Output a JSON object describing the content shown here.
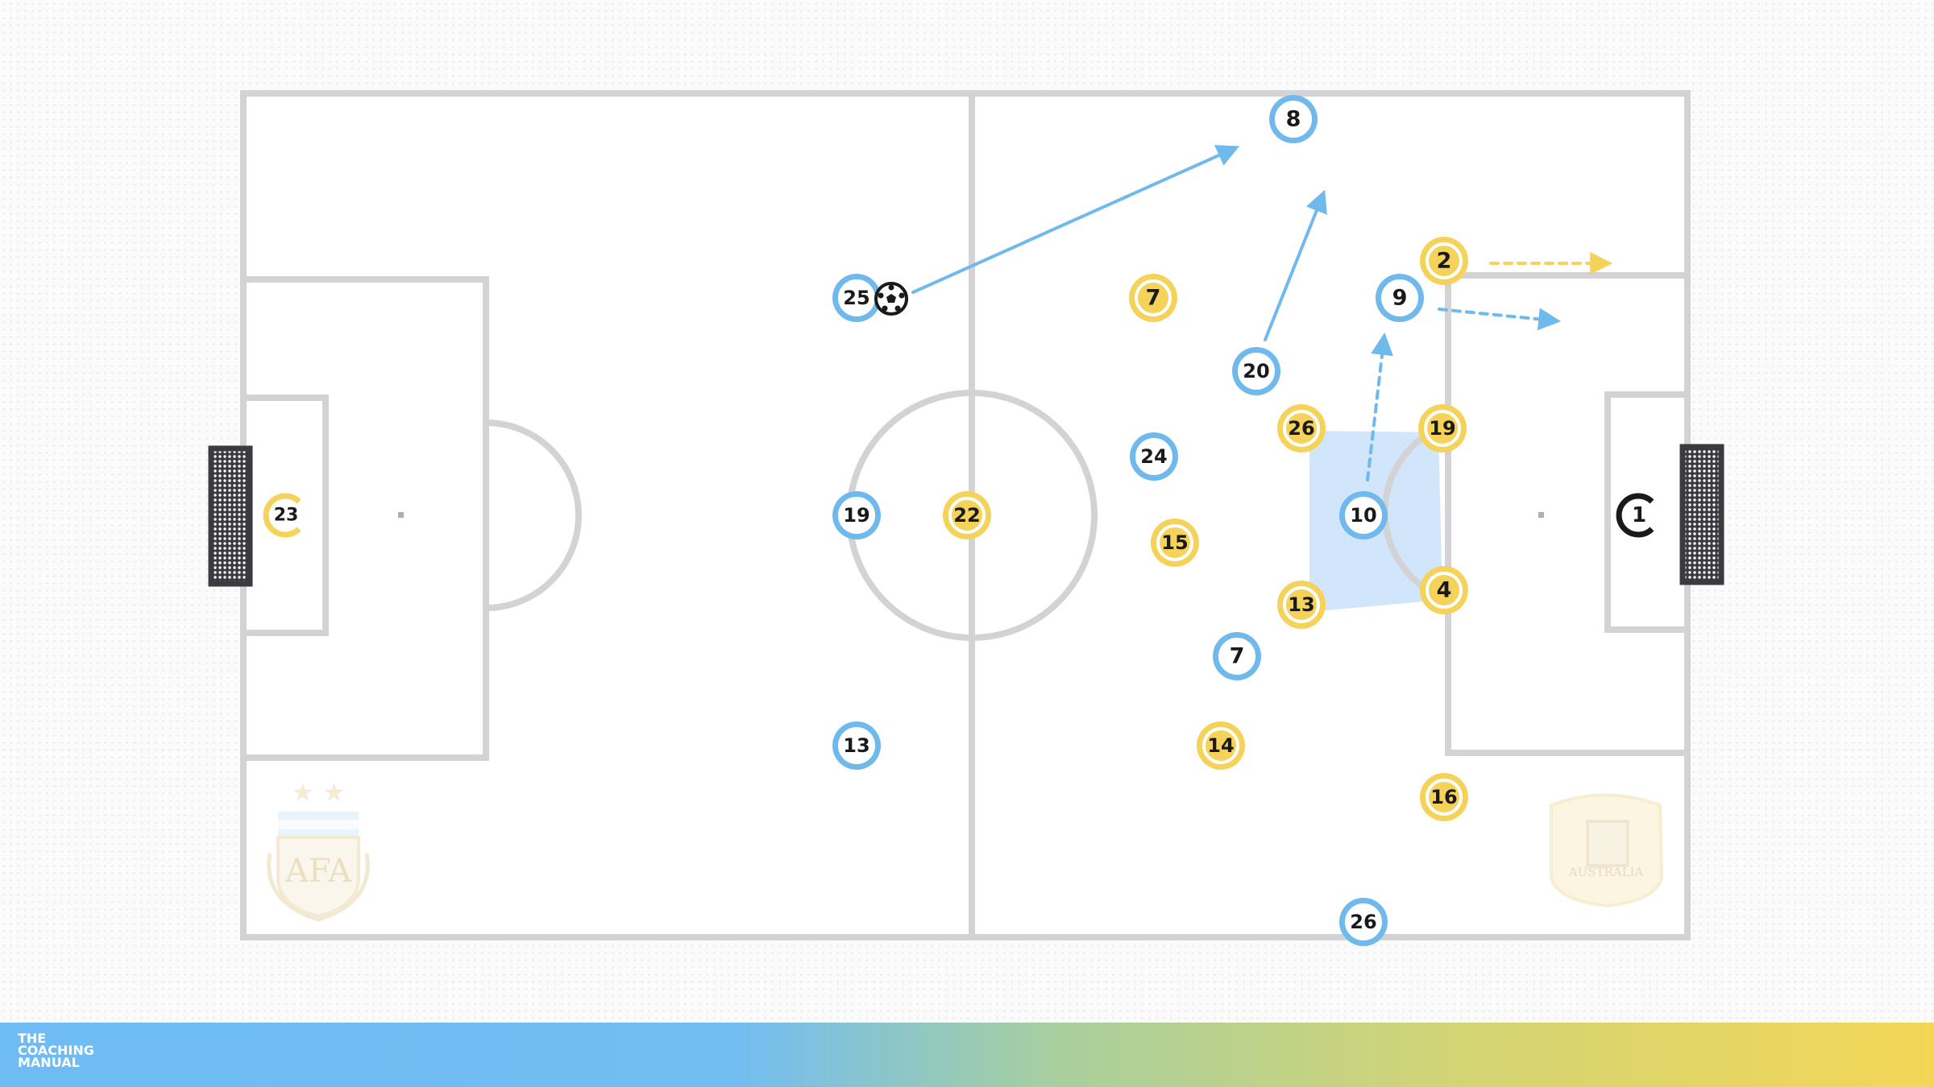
{
  "pitch": {
    "line_color": "#d3d3d6",
    "home_crest_text": "AFA",
    "away_crest_text": "AUSTRALIA"
  },
  "teams": {
    "light_blue": {
      "color": "#6fb9ec"
    },
    "yellow": {
      "color": "#f5d35a"
    }
  },
  "players": [
    {
      "team": "light_blue",
      "number": "8"
    },
    {
      "team": "light_blue",
      "number": "25"
    },
    {
      "team": "light_blue",
      "number": "20"
    },
    {
      "team": "light_blue",
      "number": "9"
    },
    {
      "team": "light_blue",
      "number": "24"
    },
    {
      "team": "light_blue",
      "number": "19"
    },
    {
      "team": "light_blue",
      "number": "10"
    },
    {
      "team": "light_blue",
      "number": "7"
    },
    {
      "team": "light_blue",
      "number": "13"
    },
    {
      "team": "light_blue",
      "number": "26"
    },
    {
      "team": "light_blue",
      "number": "1",
      "role": "goalkeeper"
    },
    {
      "team": "yellow",
      "number": "2"
    },
    {
      "team": "yellow",
      "number": "7"
    },
    {
      "team": "yellow",
      "number": "26"
    },
    {
      "team": "yellow",
      "number": "19"
    },
    {
      "team": "yellow",
      "number": "22"
    },
    {
      "team": "yellow",
      "number": "15"
    },
    {
      "team": "yellow",
      "number": "13"
    },
    {
      "team": "yellow",
      "number": "4"
    },
    {
      "team": "yellow",
      "number": "14"
    },
    {
      "team": "yellow",
      "number": "16"
    },
    {
      "team": "yellow",
      "number": "23",
      "role": "goalkeeper"
    }
  ],
  "ball": {
    "holder": "25"
  },
  "arrows": [
    {
      "type": "pass",
      "from": "25",
      "style": "solid",
      "color": "#6fb9ec"
    },
    {
      "type": "run",
      "from": "20",
      "style": "solid",
      "color": "#6fb9ec"
    },
    {
      "type": "run",
      "from": "10",
      "style": "dashed",
      "color": "#6fb9ec"
    },
    {
      "type": "run",
      "from": "9",
      "style": "dashed",
      "color": "#6fb9ec"
    },
    {
      "type": "run",
      "from": "2",
      "style": "dashed",
      "color": "#f5d35a"
    }
  ],
  "highlight_zone": {
    "color": "#d2e6fb"
  },
  "footer": {
    "brand_line1": "THE",
    "brand_line2": "COACHING",
    "brand_line3": "MANUAL"
  }
}
